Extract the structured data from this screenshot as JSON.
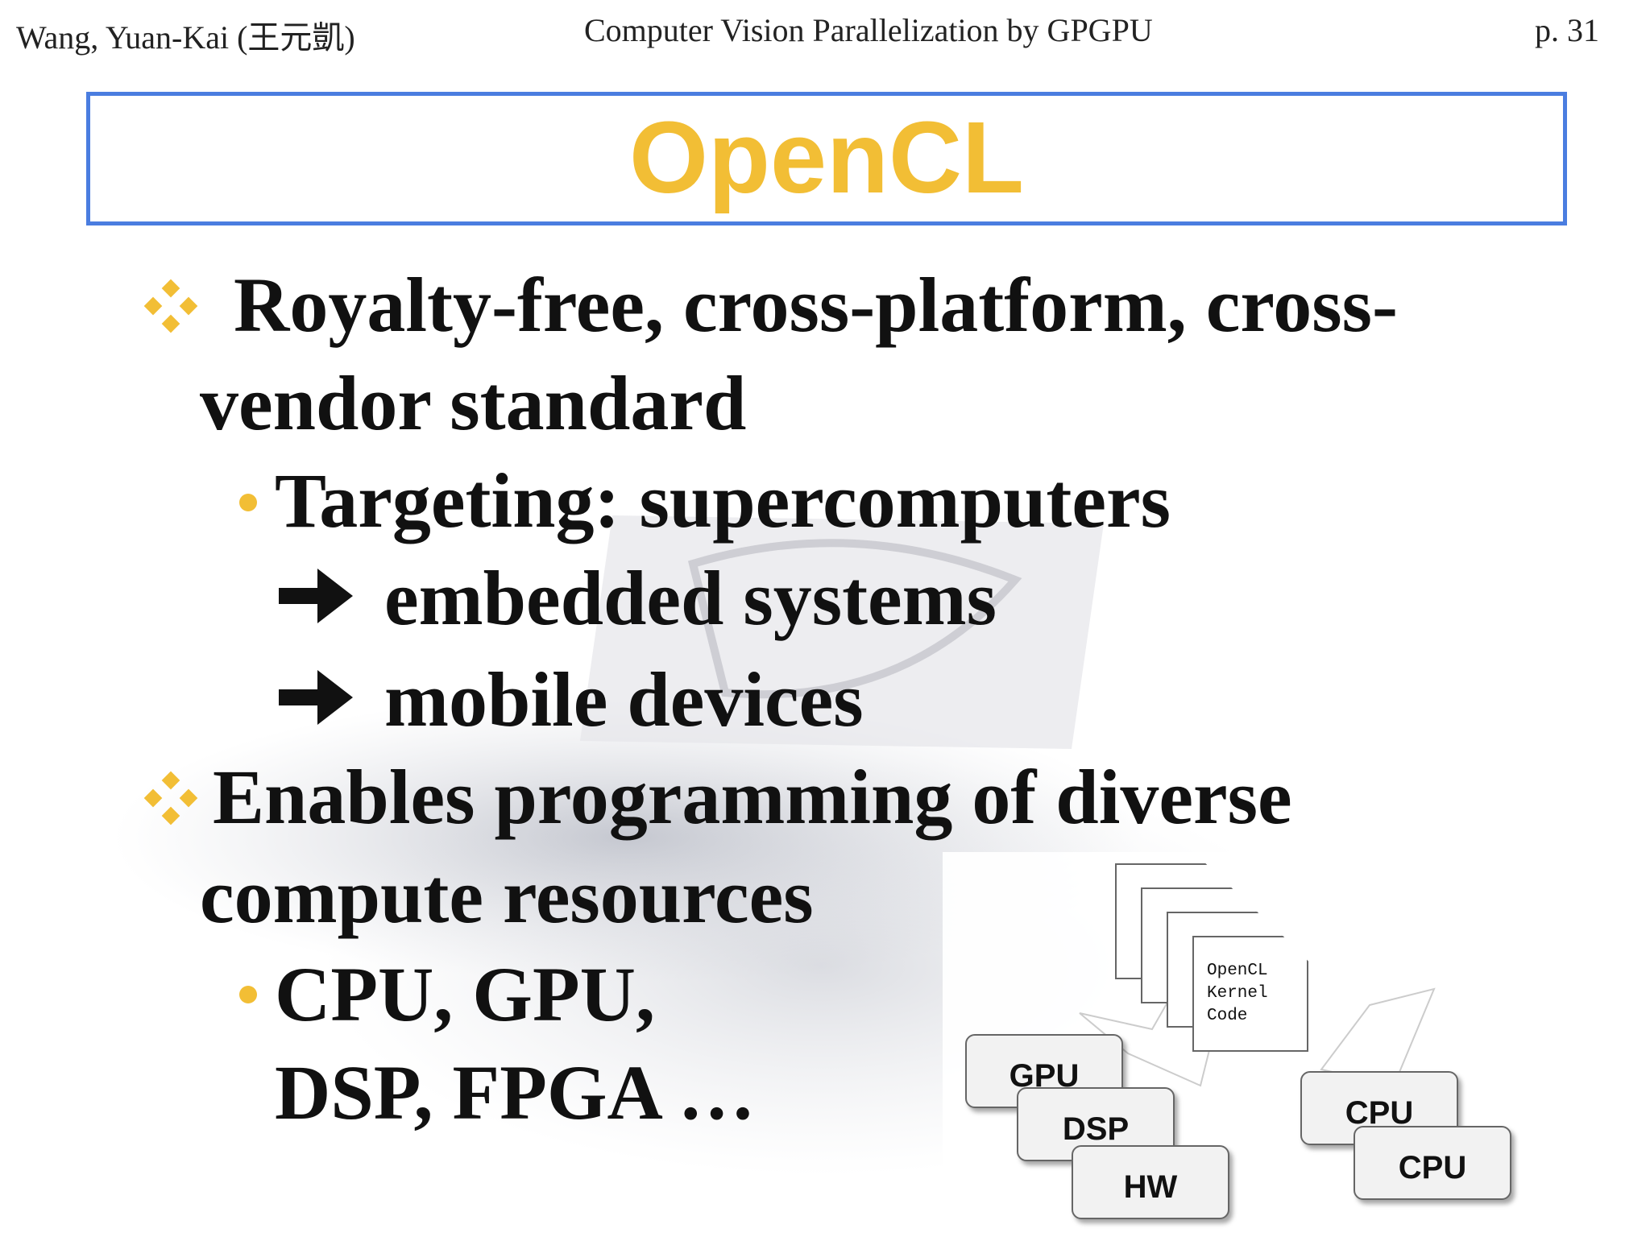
{
  "header": {
    "author": "Wang, Yuan-Kai (王元凱)",
    "course": "Computer Vision Parallelization by GPGPU",
    "page": "p. 31"
  },
  "title": "OpenCL",
  "bullets": {
    "b1_line1": "Royalty-free, cross-platform, cross-",
    "b1_line2": "vendor standard",
    "b1_sub1": "Targeting: supercomputers",
    "b1_sub2": "embedded systems",
    "b1_sub3": "mobile devices",
    "b2_line1": "Enables programming of diverse",
    "b2_line2": "compute resources",
    "b2_sub1": "CPU, GPU,",
    "b2_sub2": "DSP, FPGA …"
  },
  "diagram": {
    "kernel_doc": "OpenCL\nKernel\nCode",
    "hw_left": [
      "GPU",
      "DSP",
      "HW"
    ],
    "hw_right": [
      "CPU",
      "CPU"
    ]
  },
  "colors": {
    "title_text": "#f2be35",
    "title_border": "#4a7de0",
    "bullet_accent": "#f2be35"
  }
}
